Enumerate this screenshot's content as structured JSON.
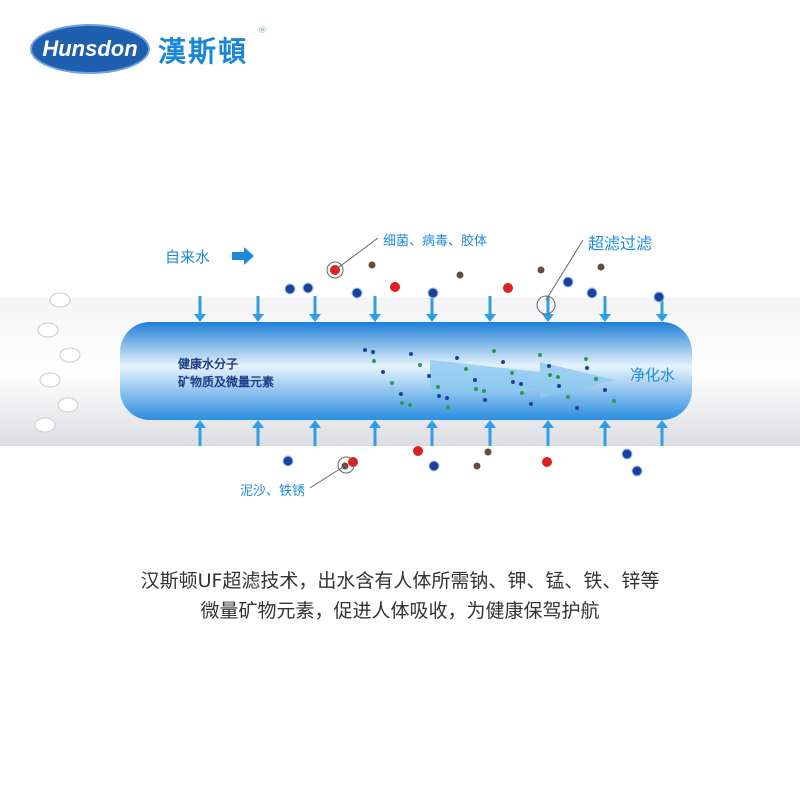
{
  "brand": {
    "logo_text": "Hunsdon",
    "name_cn": "漢斯頓",
    "registered": "®"
  },
  "diagram": {
    "inlet_label": "自来水",
    "bacteria_label": "细菌、病毒、胶体",
    "uf_label": "超滤过滤",
    "sediment_label": "泥沙、铁锈",
    "inner_line1": "健康水分子",
    "inner_line2": "矿物质及微量元素",
    "outlet_label": "净化水",
    "colors": {
      "accent": "#1b8ad8",
      "tube": "#3d9be0",
      "impurity_red": "#e0201c",
      "mineral_green": "#2a9d4a",
      "mineral_blue": "#1f3f9a"
    }
  },
  "caption": {
    "line1": "汉斯顿UF超滤技术，出水含有人体所需钠、钾、锰、铁、锌等",
    "line2": "微量矿物元素，促进人体吸收，为健康保驾护航"
  }
}
